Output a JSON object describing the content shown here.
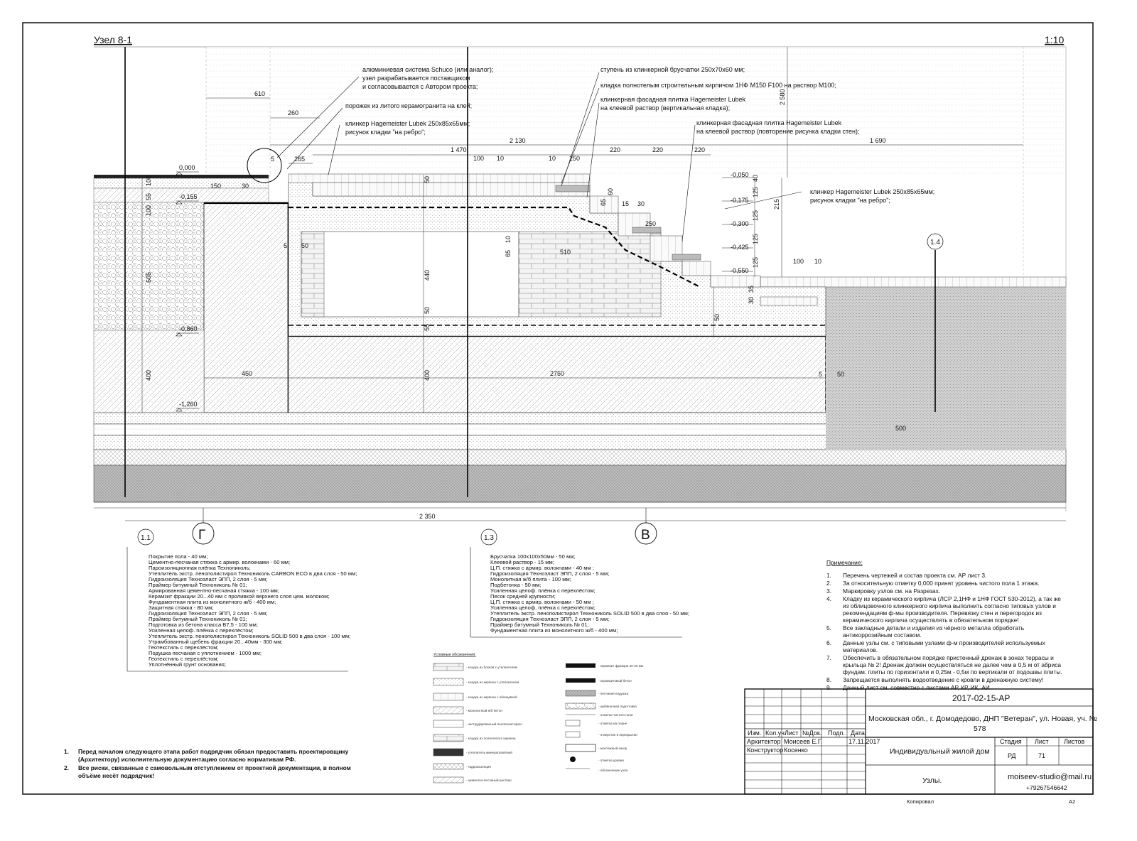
{
  "title": "Узел 8-1",
  "scale": "1:10",
  "callouts": [
    "алюминиевая система Schuco (или аналог);",
    "узел разрабатывается поставщиком",
    "и согласовывается с Автором проекта;",
    "порожек из литого керамогранита на клей;",
    "клинкер Hagemeister Lubek 250х85х65мм;",
    "рисунок кладки \"на ребро\";",
    "ступень из клинкерной брусчатки 250х70х60 мм;",
    "кладка полнотелым строительным кирпичом 1НФ М150 F100 на раствор М100;",
    "клинкерная фасадная плитка Hagemeister Lubek",
    "на клеевой раствор (вертикальная кладка);",
    "клинкерная фасадная плитка Hagemeister Lubek",
    "на клеевой раствор (повторение рисунка кладки стен);",
    "клинкер Hagemeister Lubek 250х85х65мм;",
    "рисунок кладки \"на ребро\";"
  ],
  "dimensions": {
    "top": [
      "610",
      "260",
      "2 130",
      "1 470",
      "100",
      "10",
      "10",
      "250",
      "220",
      "220",
      "220",
      "1 690",
      "2 580",
      "265",
      "5"
    ],
    "steps": [
      "-0,050",
      "-0,175",
      "-0,300",
      "-0,425",
      "-0,550",
      "40",
      "125",
      "125",
      "125",
      "125",
      "215",
      "15",
      "30",
      "250",
      "65",
      "60",
      "100",
      "10"
    ],
    "inner": [
      "150",
      "30",
      "100",
      "55",
      "100",
      "605",
      "5",
      "50",
      "50",
      "65",
      "10",
      "510",
      "440",
      "50",
      "30",
      "35",
      "55",
      "50",
      "450",
      "2750",
      "400",
      "400",
      "5",
      "50",
      "500"
    ],
    "levels": [
      "0,000",
      "-0,155",
      "-0,860",
      "-1,260"
    ],
    "bottom": "2 350"
  },
  "axes": [
    "1.1",
    "Г",
    "1.3",
    "В",
    "1.4"
  ],
  "layers_1_1": [
    "Покрытие пола - 40 мм;",
    "Цементно-песчаная стяжка с армир. волокнами - 60 мм;",
    "Пароизоляционная плёнка Технониколь;",
    "Утеплитель экстр. пенополистирол Технониколь CARBON ECO в два слоя - 50 мм;",
    "Гидроизоляция Техноэласт ЭПП, 2 слоя - 5 мм;",
    "Праймер битумный Технониколь № 01;",
    "Армированная цементно-песчаная стяжка - 100 мм;",
    "Керамзит фракции 20...40 мм с проливкой верхнего слоя цем. молоком;",
    "Фундаментная плита из монолитного ж/б - 400 мм;",
    "Защитная стяжка - 80 мм;",
    "Гидроизоляция Техноэласт ЭПП, 2 слоя - 5 мм;",
    "Праймер битумный Технониколь № 01;",
    "Подготовка из бетона класса В7,5 - 100 мм;",
    "Усиленная целоф. плёнка с перехлёстом;",
    "Утеплитель экстр. пенополистирол Технониколь SOLID 500 в два слоя - 100 мм;",
    "Утрамбованный щебень фракции 20...40мм - 300 мм;",
    "Геотекстиль с перехлёстом;",
    "Подушка песчаная с уплотнением - 1000 мм;",
    "Геотекстиль с перехлёстом;",
    "Уплотнённый грунт основания;"
  ],
  "layers_1_3": [
    "Брусчатка 100х100х50мм - 50 мм;",
    "Клеевой раствор - 15 мм;",
    "Ц.П. стяжка с армир. волокнами - 40 мм ;",
    "Гидроизоляция Техноэласт ЭПП, 2 слоя - 5 мм;",
    "Монолитная ж/б плита - 100 мм;",
    "Подбетонка - 50 мм;",
    "Усиленная целоф. плёнка с перехлёстом;",
    "Песок средней крупности;",
    "Ц.П. стяжка с армир. волокнами - 50 мм ;",
    "Усиленная целоф. плёнка с перехлёстом;",
    "Утеплитель экстр. пенополистирол Технониколь SOLID 500 в два слоя - 50 мм;",
    "Гидроизоляция Техноэласт ЭПП, 2 слоя - 5 мм;",
    "Праймер битумный Технониколь № 01;",
    "Фундаментная плита из монолитного ж/б - 400 мм;"
  ],
  "legend": {
    "title": "Условные обозначения:",
    "left": [
      "- кладка из блоков с утеплителем",
      "- кладка из кирпича с утеплителем",
      "- кладка из кирпича с облицовкой",
      "- монолитный ж/б бетон",
      "- экструдированный пенополистирол",
      "- кладка из полнотелого кирпича",
      "- утеплитель минераловатный",
      "- гидроизоляция",
      "- цементно-песчаный раствор"
    ],
    "right": [
      "- керамзит фракции 20-40 мм",
      "- керамзитовый бетон",
      "- песчаная подушка",
      "- щебёночная подготовка",
      "- отметка чистого пола",
      "- отметка на плане",
      "- отверстие в перекрытии",
      "- монтажный зазор",
      "- отметка уровня",
      "- обозначение узла"
    ]
  },
  "notes_title": "Примечание:",
  "notes": [
    {
      "n": "1.",
      "lines": [
        "Перечень чертежей и состав проекта см. АР лист 3."
      ]
    },
    {
      "n": "2.",
      "lines": [
        "За относительную отметку 0,000 принят уровень чистого пола 1 этажа."
      ]
    },
    {
      "n": "3.",
      "lines": [
        "Маркировку узлов см. на Разрезах."
      ]
    },
    {
      "n": "4.",
      "lines": [
        "Кладку из керамического кирпича (ЛСР 2,1НФ и 1НФ ГОСТ 530-2012), а так же",
        "из облицовочного клинкерного кирпича выполнить согласно типовых узлов и",
        "рекомендациям ф-мы производителя. Перевязку стен и перегородок из",
        "керамического кирпича осуществлять в обязательном порядке!"
      ]
    },
    {
      "n": "5.",
      "lines": [
        "Все закладные детали и изделия из чёрного металла обработать",
        "антикоррозийным составом."
      ]
    },
    {
      "n": "6.",
      "lines": [
        "Данные узлы см. с типовыми узлами ф-м производителей используемых",
        "материалов."
      ]
    },
    {
      "n": "7.",
      "lines": [
        "Обеспечить в обязательном порядке пристенный дренаж в зонах террасы и",
        "крыльца № 2! Дренаж должен осуществляться не далее чем в 0,5 м от абриса",
        "фундам. плиты по горизонтали и 0,25м - 0,5м по вертикали от подошвы плиты."
      ]
    },
    {
      "n": "8.",
      "lines": [
        "Запрещается выполнять водоотведение с кровли в дренажную систему!"
      ]
    },
    {
      "n": "9.",
      "lines": [
        "Данный лист см. совместно с листами АР, КР, ИК, АИ."
      ]
    }
  ],
  "bottom_notes": [
    {
      "n": "1.",
      "lines": [
        "Перед началом следующего этапа работ подрядчик обязан предоставить проектировщику",
        "(Архитектору) исполнительную документацию согласно нормативам РФ."
      ]
    },
    {
      "n": "2.",
      "lines": [
        "Все риски, связанные с самовольным отступлением от проектной документации, в полном",
        "объёме несёт подрядчик!"
      ]
    }
  ],
  "title_block": {
    "code": "2017-02-15-АР",
    "address_1": "Московская обл., г. Домодедово, ДНП \"Ветеран\", ул. Новая, уч. №",
    "address_2": "578",
    "headers": [
      "Изм.",
      "Кол.уч.",
      "Лист",
      "№Док.",
      "Подп.",
      "Дата"
    ],
    "roles": [
      {
        "role": "Архитектор",
        "name": "Моисеев Е.Г.",
        "date": "17.11.2017"
      },
      {
        "role": "Конструктор",
        "name": "Косенко",
        "date": ""
      }
    ],
    "object": "Индивидуальный жилой дом",
    "sheet_title": "Узлы.",
    "stage_label": "Стадия",
    "sheet_label": "Лист",
    "sheets_label": "Листов",
    "stage": "РД",
    "sheet": "71",
    "sheets": "",
    "email": "moiseev-studio@mail.ru",
    "phone": "+79267546642"
  },
  "footer": {
    "copied": "Копировал",
    "format": "А2"
  }
}
